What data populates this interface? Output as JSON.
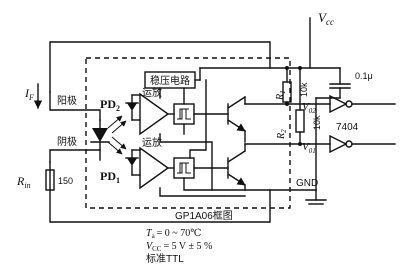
{
  "labels": {
    "vcc": "V",
    "vcc_sub": "cc",
    "cap": "0.1μ",
    "if": "I",
    "if_sub": "F",
    "anode": "阳极",
    "cathode": "阴极",
    "rin": "R",
    "rin_sub": "in",
    "rin_value": "150",
    "pd2": "PD",
    "pd2_sub": "2",
    "pd1": "PD",
    "pd1_sub": "1",
    "amp_top": "运放",
    "amp_bottom": "运放",
    "regulator": "稳压电路",
    "r1": "R",
    "r1_sub": "1",
    "r1_value": "10k",
    "r2": "R",
    "r2_sub": "2",
    "r2_value": "10k",
    "vo2": "V",
    "vo2_sub": "02",
    "vo1": "V",
    "vo1_sub": "01",
    "gate_part": "7404",
    "gnd": "GND",
    "block_name": "GP1A06框图"
  },
  "conditions": {
    "ta": "T",
    "ta_sub": "a",
    "ta_value": "= 0 ~ 70℃",
    "vcc": "V",
    "vcc_sub": "CC",
    "vcc_value": "= 5 V ± 5 %",
    "logic": "标准TTL"
  }
}
